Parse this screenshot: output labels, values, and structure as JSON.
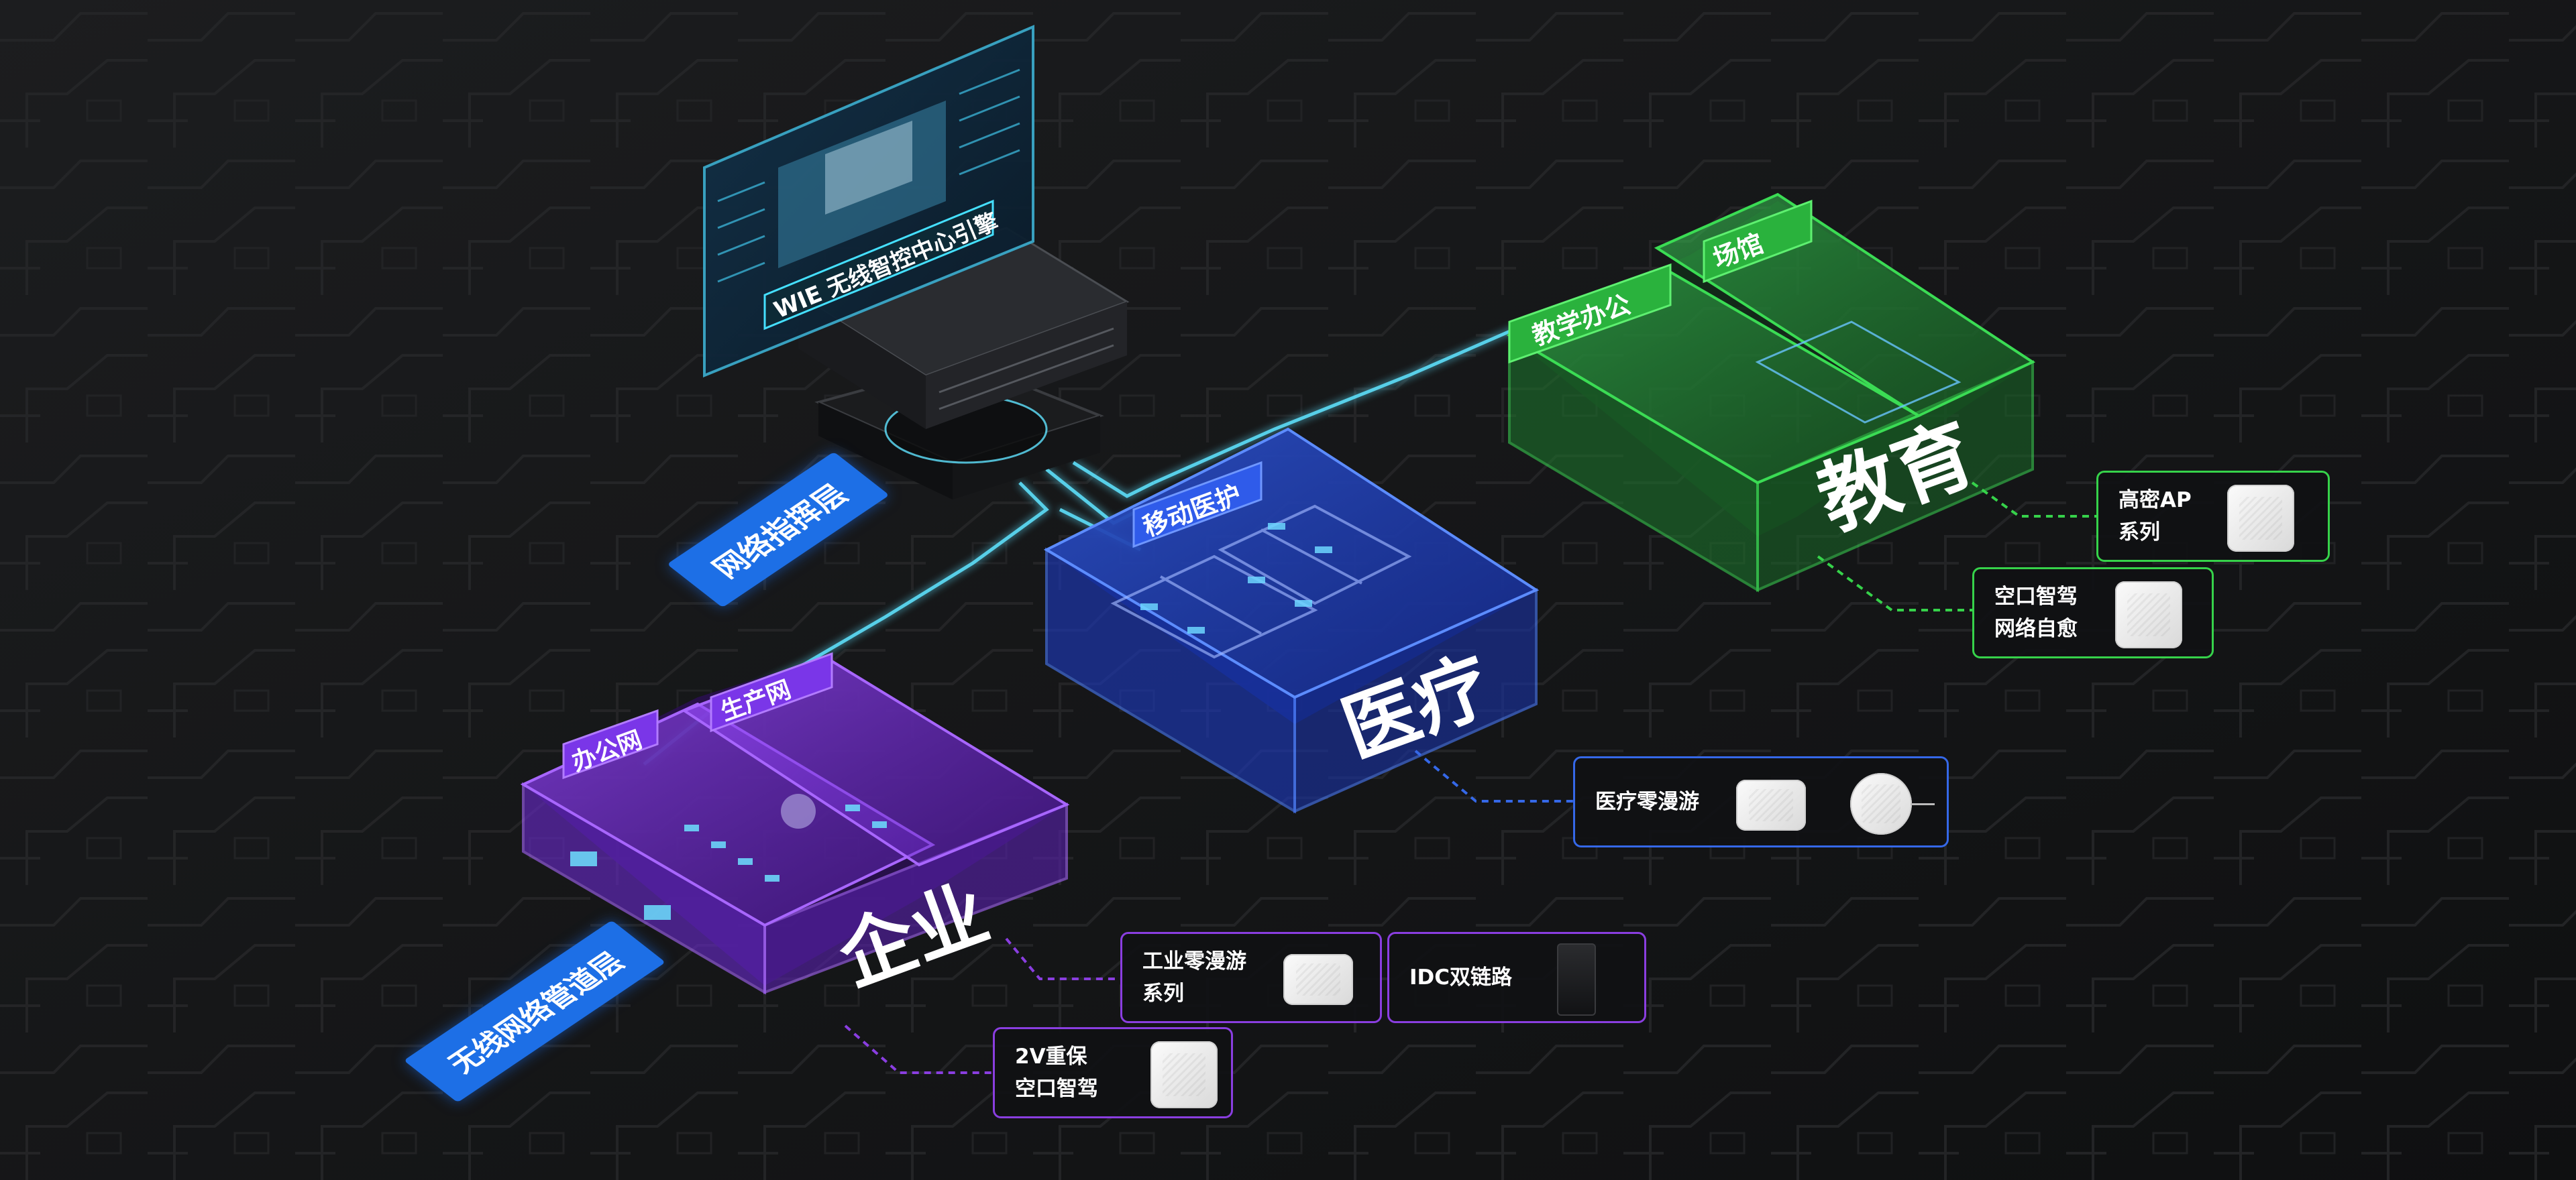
{
  "colors": {
    "background": "#141516",
    "education": "#36d24a",
    "medical": "#3568e8",
    "enterprise": "#8a3ee0",
    "layer_tag": "#1d6fe6",
    "link_cyan": "#5fe3ff"
  },
  "server": {
    "screen_title": "WIE 无线智控中心引擎"
  },
  "layers": {
    "command": "网络指挥层",
    "pipeline": "无线网络管道层"
  },
  "zones": {
    "education": {
      "title": "教育",
      "tags": [
        "教学办公",
        "场馆"
      ]
    },
    "medical": {
      "title": "医疗",
      "tags": [
        "移动医护"
      ]
    },
    "enterprise": {
      "title": "企业",
      "tags": [
        "办公网",
        "生产网"
      ]
    }
  },
  "callouts": {
    "edu_highdensity": {
      "line1": "高密AP",
      "line2": "系列",
      "icon": "ap-square-icon"
    },
    "edu_autopilot": {
      "line1": "空口智驾",
      "line2": "网络自愈",
      "icon": "ap-square-icon"
    },
    "med_roaming": {
      "line1": "医疗零漫游",
      "icons": [
        "ap-square-icon",
        "ap-round-icon"
      ]
    },
    "ent_industrial": {
      "line1": "工业零漫游",
      "line2": "系列",
      "icon": "ap-square-icon"
    },
    "ent_idc": {
      "line1": "IDC双链路",
      "icon": "switch-dark-icon"
    },
    "ent_2v": {
      "line1": "2V重保",
      "line2": "空口智驾",
      "icon": "ap-square-icon"
    }
  }
}
